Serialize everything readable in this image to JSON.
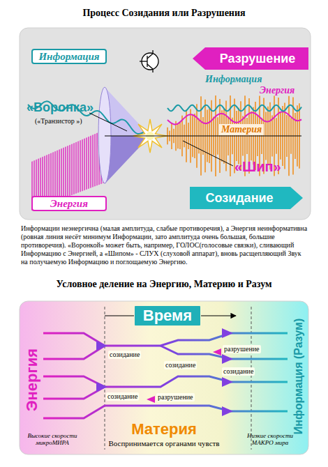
{
  "diagram": {
    "title": "Процесс Созидания или Разрушения",
    "caption": "Информации неэнергична (малая амплитуда, слабые противоречия), а Энергия неинформативна (ровная линия несёт минимум Информации, зато амплитуда очень большая, большие противоречия). «Воронкой» может быть, например, ГОЛОС(голосовые связки), сливающий Информацию с Энергией, а «Шипом» - СЛУХ (слуховой аппарат), вновь расщепляющий Звук на получаемую Информацию и поглощаемую Энергию.",
    "nodes": [
      {
        "text": [
          "Информация"
        ]
      },
      {
        "text": [
          "Разрушение"
        ]
      },
      {
        "text": [
          "Энергия"
        ]
      },
      {
        "text": [
          "Созидание"
        ]
      },
      {
        "text": [
          "Время"
        ]
      }
    ],
    "labels": [
      "Информация",
      "Энергия",
      "«Воронка»",
      "(«Транзистор »)",
      "Материя",
      "«Шип»",
      "Условное деление на Энергию, Материю и Разум",
      "Энергия",
      "Информация (Разум)",
      "Материя",
      "Воспринимается органами чувств",
      "Высокие скорости микроМИРА",
      "Низкие скорости МАКРО мира",
      "созидание",
      "разрушение",
      "созидание",
      "созидание",
      "разрушение",
      "созидание"
    ]
  }
}
